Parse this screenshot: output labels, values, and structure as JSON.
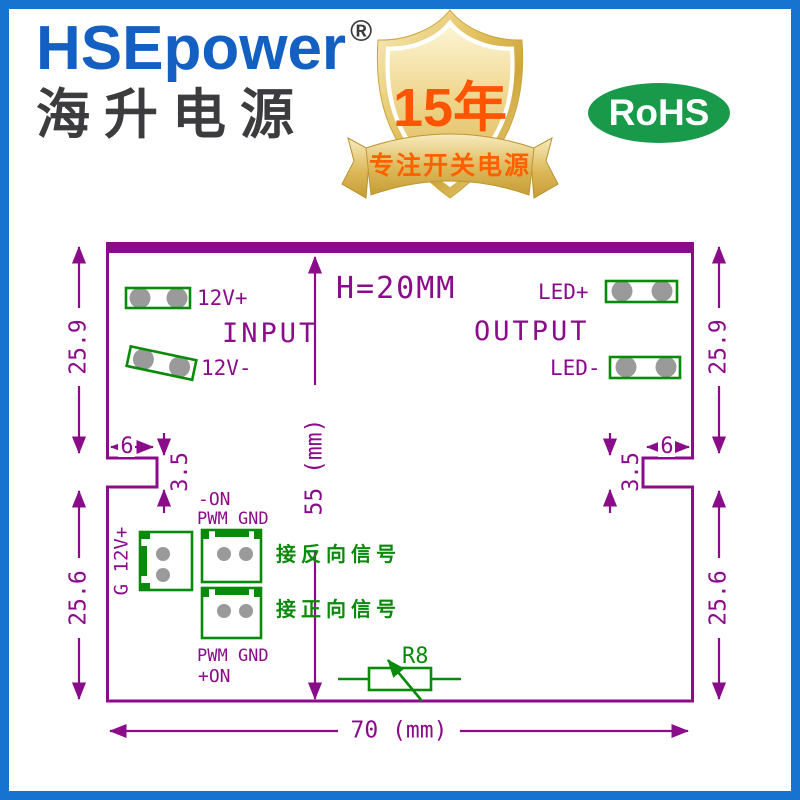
{
  "brand": {
    "en": "HSEpower",
    "reg": "®",
    "cn": "海升电源"
  },
  "badge": {
    "years": "15年",
    "slogan": "专注开关电源"
  },
  "cert": {
    "label": "RoHS"
  },
  "board": {
    "height_label": "H=20MM",
    "input": "INPUT",
    "output": "OUTPUT",
    "pad_12v_plus": "12V+",
    "pad_12v_minus": "12V-",
    "pad_led_plus": "LED+",
    "pad_led_minus": "LED-",
    "conn_power": "G 12V+",
    "sig_top_line1": "-ON",
    "sig_top_line2": "PWM GND",
    "sig_bottom_line1": "PWM GND",
    "sig_bottom_line2": "+ON",
    "reverse_signal": "接反向信号",
    "forward_signal": "接正向信号",
    "r8": "R8"
  },
  "dimensions": {
    "left_upper": "25.9",
    "left_lower": "25.6",
    "right_upper": "25.9",
    "right_lower": "25.6",
    "notch_width_left": "6",
    "notch_width_right": "6",
    "notch_height_left": "3.5",
    "notch_height_right": "3.5",
    "board_height": "55 (mm)",
    "board_width": "70 (mm)"
  },
  "colors": {
    "purple": "#8a0c8a",
    "green": "#0a8a0a",
    "pad_gray": "#9a9a9a",
    "frame_blue": "#1673cf",
    "rohs_green": "#189a4a",
    "accent_orange": "#ff5502",
    "logo_blue_dark": "#1460c2",
    "logo_blue_light": "#2090dc",
    "gold": "#d9b452"
  }
}
